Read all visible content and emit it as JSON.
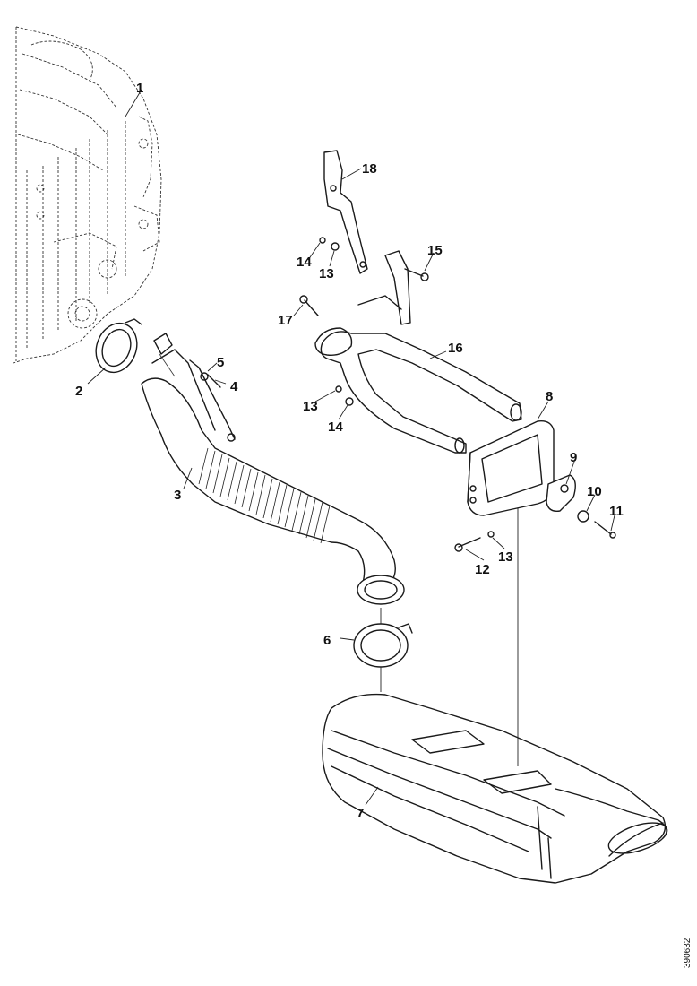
{
  "callouts": [
    {
      "id": "1",
      "label": "1"
    },
    {
      "id": "2",
      "label": "2"
    },
    {
      "id": "3",
      "label": "3"
    },
    {
      "id": "4",
      "label": "4"
    },
    {
      "id": "5",
      "label": "5"
    },
    {
      "id": "6",
      "label": "6"
    },
    {
      "id": "7",
      "label": "7"
    },
    {
      "id": "8",
      "label": "8"
    },
    {
      "id": "9",
      "label": "9"
    },
    {
      "id": "10",
      "label": "10"
    },
    {
      "id": "11",
      "label": "11"
    },
    {
      "id": "12",
      "label": "12"
    },
    {
      "id": "13a",
      "label": "13"
    },
    {
      "id": "13b",
      "label": "13"
    },
    {
      "id": "13c",
      "label": "13"
    },
    {
      "id": "14a",
      "label": "14"
    },
    {
      "id": "14b",
      "label": "14"
    },
    {
      "id": "15",
      "label": "15"
    },
    {
      "id": "16",
      "label": "16"
    },
    {
      "id": "17",
      "label": "17"
    },
    {
      "id": "18",
      "label": "18"
    }
  ],
  "reference_number": "390632"
}
